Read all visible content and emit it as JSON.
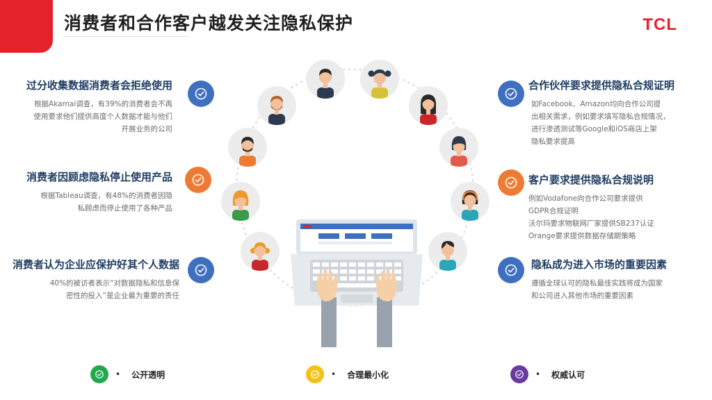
{
  "title": "消费者和合作客户越发关注隐私保护",
  "logo": "TCL",
  "left": [
    {
      "heading": "过分收集数据消费者会拒绝使用",
      "lines": [
        "根据Akamai调查，有39%的消费者会不再",
        "使用要求他们提供高度个人数据才能与他们",
        "开展业务的公司"
      ],
      "color": "blue"
    },
    {
      "heading": "消费者因顾虑隐私停止使用产品",
      "lines": [
        "根据Tableau调查，有48%的消费者因隐",
        "私顾虑而停止使用了各种产品"
      ],
      "color": "orange"
    },
    {
      "heading": "消费者认为企业应保护好其个人数据",
      "lines": [
        "40%的被访者表示“对数据隐私和信息保",
        "密性的投入”是企业最为重要的责任"
      ],
      "color": "blue"
    }
  ],
  "right": [
    {
      "heading": "合作伙伴要求提供隐私合规证明",
      "lines": [
        "如Facebook、Amazon均向合作公司提",
        "出相关需求，例如要求填写隐私合规情况，",
        "进行渗透测试等Google和iOS商店上架",
        "隐私要求提高"
      ],
      "color": "blue"
    },
    {
      "heading": "客户要求提供隐私合规说明",
      "lines": [
        "例如Vodafone向合作公司要求提供",
        "GDPR合规证明",
        "沃尔玛要求物联网厂家提供SB237认证",
        "Orange要求提供数据存储期策略"
      ],
      "color": "orange"
    },
    {
      "heading": "隐私成为进入市场的重要因素",
      "lines": [
        "遵循全球认可的隐私最佳实践将成为国家",
        "和公司进入其他市场的重要因素"
      ],
      "color": "blue"
    }
  ],
  "bottom": [
    {
      "label": "公开透明",
      "color": "#22a84f"
    },
    {
      "label": "合理最小化",
      "color": "#f3c21a"
    },
    {
      "label": "权威认可",
      "color": "#6a3aa1"
    }
  ],
  "bullet": "•",
  "colors": {
    "accent": "#e3222a",
    "heading": "#1f3d62",
    "blue": "#3f6fbf",
    "orange": "#ee7b34"
  }
}
